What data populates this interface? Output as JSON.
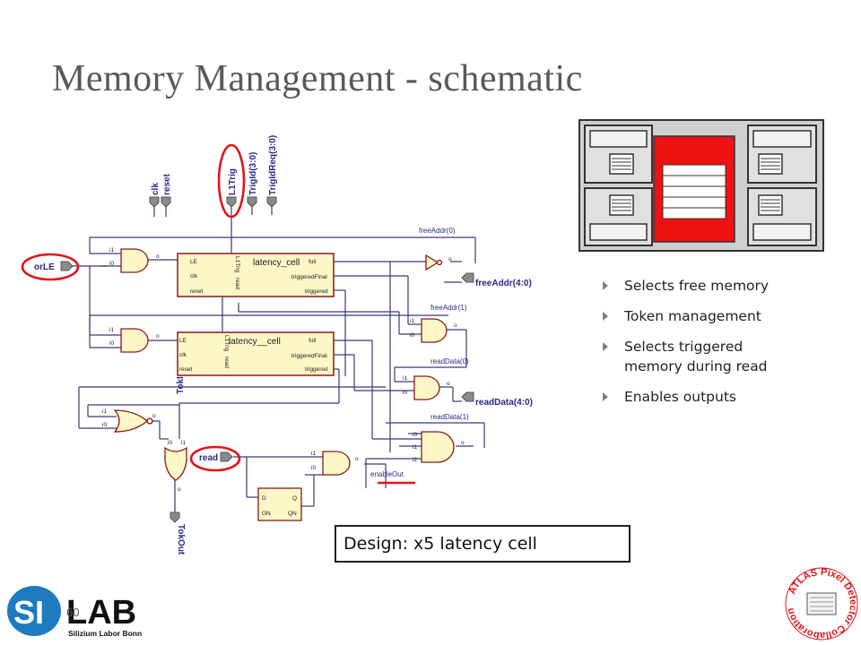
{
  "slide": {
    "title": "Memory Management - schematic",
    "page_number": "60",
    "design_note": "Design:  x5 latency cell"
  },
  "bullets": [
    "Selects free memory",
    "Token management",
    "Selects triggered memory during read",
    "Enables outputs"
  ],
  "schematic": {
    "top_pins": [
      "clk",
      "reset",
      "L1Trig",
      "TrigId(3:0)",
      "TrigIdReq(3:0)"
    ],
    "left_inputs": {
      "orLE": "orLE",
      "read": "read"
    },
    "cell_name": "latency_cell",
    "cell_name_2": "latency__cell",
    "cell_left_pins": [
      "LE",
      "clk",
      "reset"
    ],
    "cell_mid_pins": [
      "L1Trig",
      "read"
    ],
    "cell_right_pins": [
      "full",
      "triggeredFinal",
      "triggered"
    ],
    "nets": {
      "freeAddr0": "freeAddr(0)",
      "freeAddr1": "freeAddr(1)",
      "freeAddr_bus": "freeAddr(4:0)",
      "readData0": "readData(0)",
      "readData1": "readData(1)",
      "readData_bus": "readData(4:0)",
      "enableOut": "enableOut",
      "tokin": "TokIn",
      "tokout": "TokOut"
    },
    "gate_pins": {
      "i0": "i0",
      "i1": "i1",
      "i2": "i2",
      "o": "o"
    },
    "latch_pins": {
      "d": "D",
      "q": "Q",
      "gn": "GN",
      "qn": "QN"
    }
  },
  "logo": {
    "left": "SI",
    "right": "LAB",
    "subtitle": "Silizium Labor Bonn"
  },
  "seal": {
    "text": "ATLAS Pixel Detector Collaboration"
  },
  "colors": {
    "title": "#595959",
    "wire": "#3a3a78",
    "cell_fill": "#fdf6c6",
    "cell_border": "#8a1a1a",
    "highlight": "#e1141a",
    "memory_red": "#ee1111",
    "logo_blue": "#1e7bbf"
  }
}
